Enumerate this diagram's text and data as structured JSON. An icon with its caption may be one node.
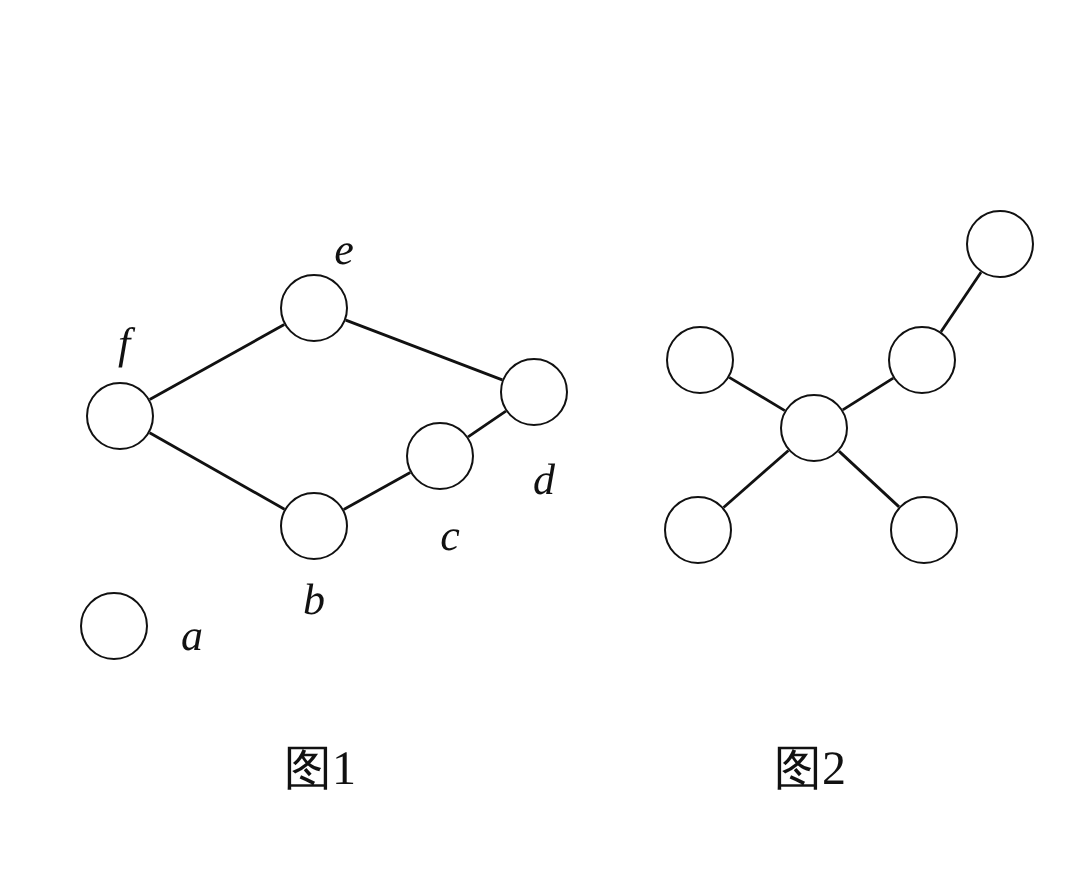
{
  "diagram": {
    "nodes": [
      {
        "text": [],
        "shape": "circle",
        "beside": [
          "f"
        ]
      },
      {
        "text": [],
        "shape": "circle",
        "beside": [
          "e"
        ]
      },
      {
        "text": [],
        "shape": "circle",
        "beside": [
          "d"
        ]
      },
      {
        "text": [],
        "shape": "circle",
        "beside": [
          "c"
        ]
      },
      {
        "text": [],
        "shape": "circle",
        "beside": [
          "b"
        ]
      },
      {
        "text": [],
        "shape": "circle",
        "beside": [
          "a"
        ]
      },
      {
        "text": [],
        "shape": "circle"
      },
      {
        "text": [],
        "shape": "circle"
      },
      {
        "text": [],
        "shape": "circle"
      },
      {
        "text": [],
        "shape": "circle"
      },
      {
        "text": [],
        "shape": "circle"
      },
      {
        "text": [],
        "shape": "circle"
      }
    ],
    "edges": [
      {
        "from": 0,
        "to": 1,
        "arrow": "none"
      },
      {
        "from": 1,
        "to": 2,
        "arrow": "none"
      },
      {
        "from": 0,
        "to": 4,
        "arrow": "none"
      },
      {
        "from": 4,
        "to": 3,
        "arrow": "none"
      },
      {
        "from": 3,
        "to": 2,
        "arrow": "none"
      },
      {
        "from": 8,
        "to": 6,
        "arrow": "none"
      },
      {
        "from": 9,
        "to": 7,
        "arrow": "none"
      },
      {
        "from": 9,
        "to": 8,
        "arrow": "none"
      },
      {
        "from": 9,
        "to": 10,
        "arrow": "none"
      },
      {
        "from": 9,
        "to": 11,
        "arrow": "none"
      }
    ],
    "labels": [
      "图1",
      "图2"
    ]
  }
}
